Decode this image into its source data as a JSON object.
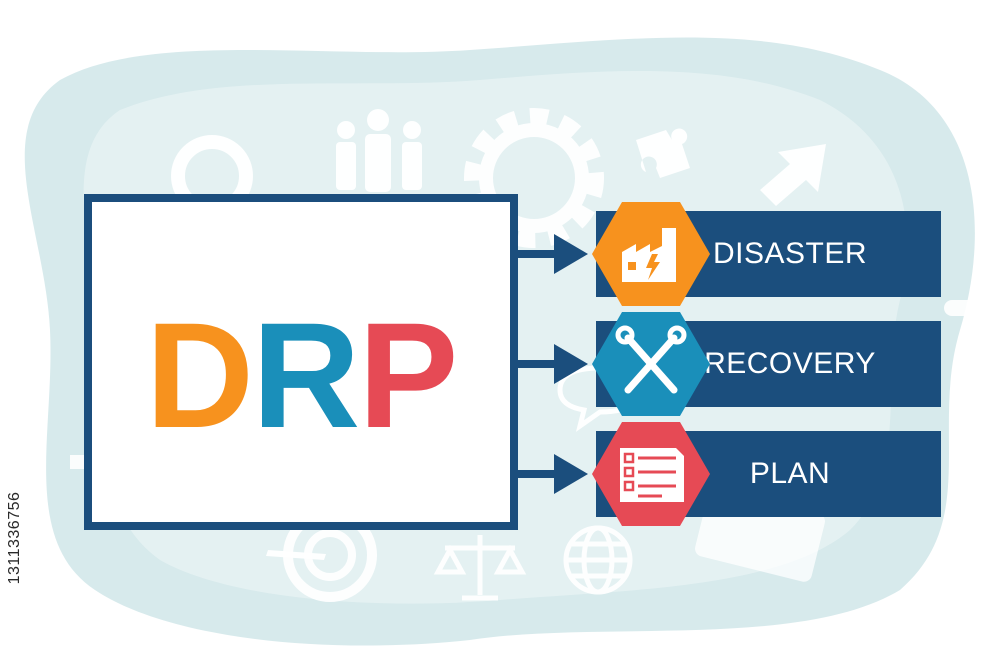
{
  "acronym": {
    "letters": [
      "D",
      "R",
      "P"
    ],
    "colors": [
      "#f7921e",
      "#1a8fba",
      "#e64a55"
    ]
  },
  "items": [
    {
      "label": "DISASTER",
      "icon": "factory-icon",
      "color": "#f7921e"
    },
    {
      "label": "RECOVERY",
      "icon": "wrench-screwdriver-icon",
      "color": "#1a8fba"
    },
    {
      "label": "PLAN",
      "icon": "checklist-icon",
      "color": "#e64a55"
    }
  ],
  "stock_id": "1311336756",
  "colors": {
    "navy": "#1b4e7d",
    "background_blob": "#cfe6e7"
  },
  "background_icons": [
    "target-icon",
    "people-icon",
    "gear-icon",
    "puzzle-icon",
    "arrow-up-icon",
    "chat-icon",
    "bullseye-icon",
    "scales-icon",
    "globe-icon",
    "briefcase-icon"
  ]
}
